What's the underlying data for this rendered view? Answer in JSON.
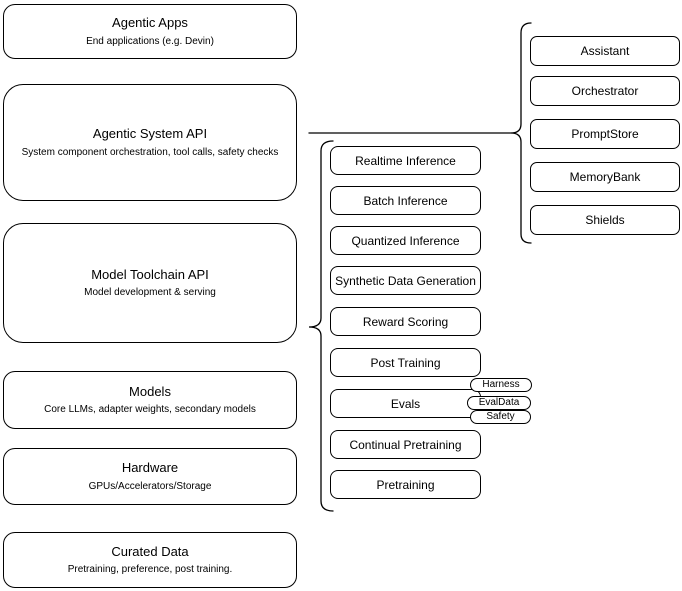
{
  "diagram": {
    "stack": [
      {
        "title": "Agentic Apps",
        "subtitle": "End applications (e.g. Devin)"
      },
      {
        "title": "Agentic System API",
        "subtitle": "System component orchestration, tool calls, safety checks"
      },
      {
        "title": "Model Toolchain API",
        "subtitle": "Model development & serving"
      },
      {
        "title": "Models",
        "subtitle": "Core LLMs, adapter weights, secondary models"
      },
      {
        "title": "Hardware",
        "subtitle": "GPUs/Accelerators/Storage"
      },
      {
        "title": "Curated Data",
        "subtitle": "Pretraining, preference, post training."
      }
    ],
    "toolchain_items": [
      "Realtime Inference",
      "Batch Inference",
      "Quantized Inference",
      "Synthetic Data Generation",
      "Reward Scoring",
      "Post Training",
      "Evals",
      "Continual Pretraining",
      "Pretraining"
    ],
    "eval_tags": [
      "Harness",
      "EvalData",
      "Safety"
    ],
    "system_components": [
      "Assistant",
      "Orchestrator",
      "PromptStore",
      "MemoryBank",
      "Shields"
    ],
    "colors": {
      "stroke": "#000000",
      "fill": "#ffffff",
      "background": "#ffffff"
    }
  }
}
